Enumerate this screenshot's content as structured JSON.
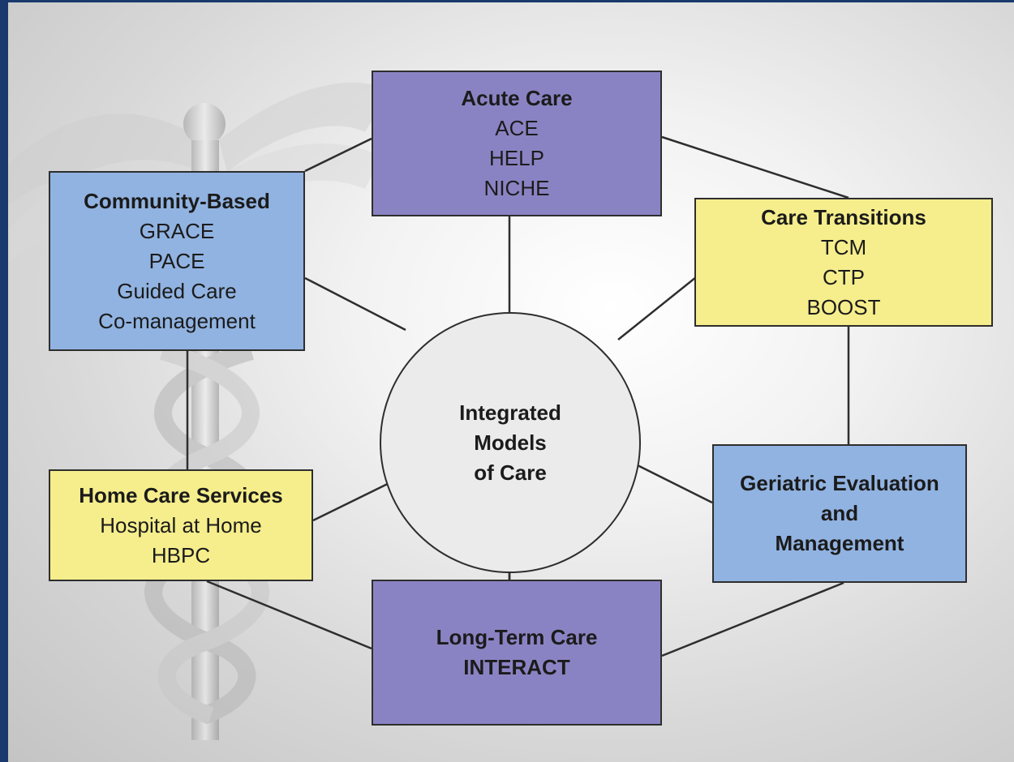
{
  "center": {
    "lines": [
      "Integrated",
      "Models",
      "of Care"
    ]
  },
  "nodes": {
    "acute_care": {
      "title": "Acute Care",
      "items": [
        "ACE",
        "HELP",
        "NICHE"
      ],
      "color": "#8a83c3"
    },
    "community_based": {
      "title": "Community-Based",
      "items": [
        "GRACE",
        "PACE",
        "Guided Care",
        "Co-management"
      ],
      "color": "#91b3e1"
    },
    "care_transitions": {
      "title": "Care Transitions",
      "items": [
        "TCM",
        "CTP",
        "BOOST"
      ],
      "color": "#f6ee8c"
    },
    "home_care": {
      "title": "Home Care Services",
      "items": [
        "Hospital at Home",
        "HBPC"
      ],
      "color": "#f6ee8c"
    },
    "geriatric_eval": {
      "title_lines": [
        "Geriatric Evaluation",
        "and",
        "Management"
      ],
      "color": "#91b3e1"
    },
    "long_term_care": {
      "title_lines": [
        "Long-Term Care",
        "INTERACT"
      ],
      "color": "#8a83c3"
    }
  },
  "colors": {
    "outer_border": "#1a3a6e",
    "line": "#2e2e2e",
    "circle_fill": "#ebebeb"
  }
}
